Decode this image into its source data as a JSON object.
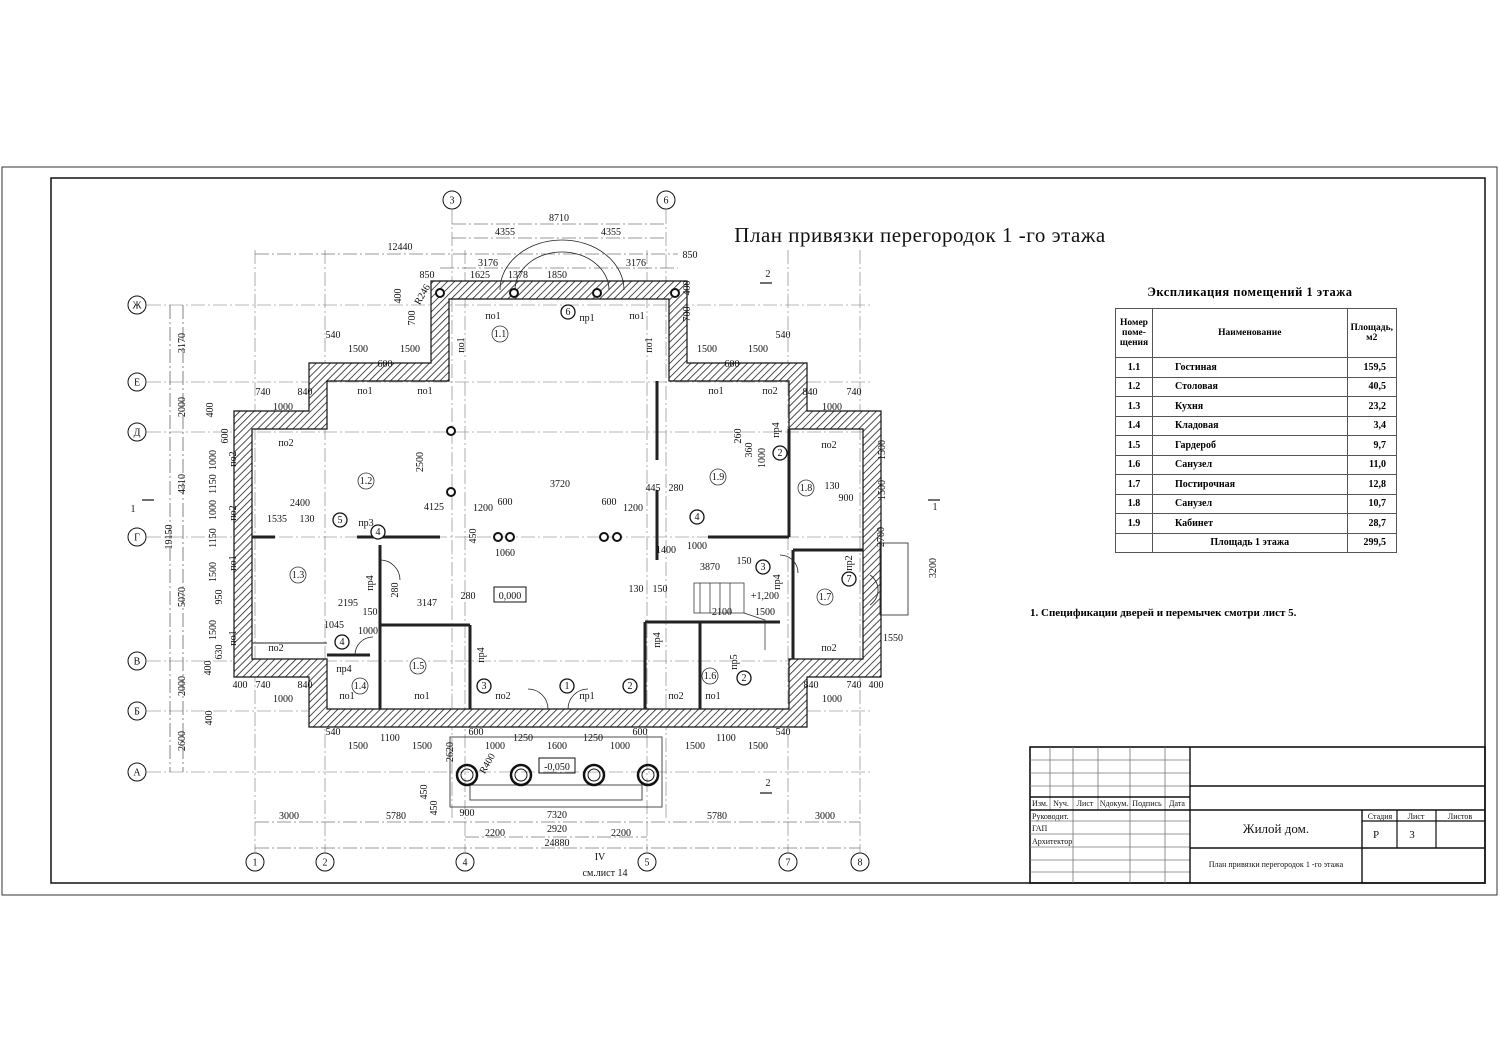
{
  "sheet_title": "План привязки перегородок 1 -го этажа",
  "axes": {
    "vertical": [
      "1",
      "2",
      "3",
      "4",
      "5",
      "6",
      "7",
      "8"
    ],
    "horizontal": [
      "Ж",
      "Е",
      "Д",
      "Г",
      "В",
      "Б",
      "А"
    ]
  },
  "section_marks": [
    "1",
    "1",
    "2",
    "2"
  ],
  "dimensions": [
    "8710",
    "4355",
    "4355",
    "12440",
    "3176",
    "1625",
    "1378",
    "1850",
    "3176",
    "850",
    "850",
    "R246",
    "400",
    "700",
    "400",
    "700",
    "3170",
    "2000",
    "4310",
    "19150",
    "5070",
    "2000",
    "2600",
    "3000",
    "5780",
    "7320",
    "5780",
    "3000",
    "900",
    "2200",
    "2920",
    "2200",
    "24880",
    "540",
    "1500",
    "1500",
    "600",
    "540",
    "1500",
    "1500",
    "600",
    "740",
    "840",
    "1000",
    "840",
    "740",
    "1000",
    "2500",
    "3720",
    "600",
    "600",
    "1200",
    "1200",
    "2400",
    "4125",
    "1535",
    "130",
    "1060",
    "450",
    "1400",
    "1000",
    "3870",
    "150",
    "130",
    "150",
    "2100",
    "1500",
    "2195",
    "3147",
    "280",
    "280",
    "1045",
    "1000",
    "150",
    "1550",
    "3200",
    "2700",
    "1500",
    "1500",
    "900",
    "130",
    "280",
    "445",
    "1000",
    "360",
    "260",
    "540",
    "1500",
    "1100",
    "1500",
    "600",
    "1000",
    "1250",
    "1600",
    "1250",
    "1000",
    "600",
    "1500",
    "1100",
    "1500",
    "540",
    "400",
    "740",
    "840",
    "1000",
    "840",
    "740",
    "400",
    "1000",
    "R400",
    "2620",
    "450",
    "450",
    "1000",
    "1150",
    "1000",
    "1150",
    "1500",
    "950",
    "1500",
    "630",
    "400",
    "600",
    "400",
    "400"
  ],
  "section_ref": {
    "mark": "IV",
    "sheet": "см.лист 14"
  },
  "rooms": [
    "1.1",
    "1.2",
    "1.3",
    "1.4",
    "1.5",
    "1.6",
    "1.7",
    "1.8",
    "1.9"
  ],
  "partition_types": [
    "6",
    "5",
    "4",
    "4",
    "2",
    "3",
    "7",
    "4",
    "3",
    "1",
    "2",
    "2"
  ],
  "openings": [
    "по1",
    "пр1",
    "по1",
    "по1",
    "по1",
    "по1",
    "по1",
    "по1",
    "по2",
    "по2",
    "по2",
    "по2",
    "по2",
    "по1",
    "по1",
    "по2",
    "по2",
    "по1",
    "по1",
    "по2",
    "пр1",
    "по2",
    "по1",
    "пр3",
    "пр4",
    "пр4",
    "пр4",
    "пр4",
    "пр4",
    "пр2",
    "пр4",
    "пр5"
  ],
  "levels": {
    "floor": "0,000",
    "stair": "+1,200",
    "entrance": "-0,050"
  },
  "explication": {
    "title": "Экспликация помещений 1 этажа",
    "headers": [
      "Номер поме- щения",
      "Наименование",
      "Площадь, м2"
    ],
    "rows": [
      [
        "1.1",
        "Гостиная",
        "159,5"
      ],
      [
        "1.2",
        "Столовая",
        "40,5"
      ],
      [
        "1.3",
        "Кухня",
        "23,2"
      ],
      [
        "1.4",
        "Кладовая",
        "3,4"
      ],
      [
        "1.5",
        "Гардероб",
        "9,7"
      ],
      [
        "1.6",
        "Санузел",
        "11,0"
      ],
      [
        "1.7",
        "Постирочная",
        "12,8"
      ],
      [
        "1.8",
        "Санузел",
        "10,7"
      ],
      [
        "1.9",
        "Кабинет",
        "28,7"
      ]
    ],
    "total_label": "Площадь 1 этажа",
    "total_value": "299,5"
  },
  "note": "1. Спецификации дверей и перемычек смотри лист 5.",
  "title_block": {
    "columns": [
      "Изм.",
      "Nуч.",
      "Лист",
      "Nдокум.",
      "Подпись",
      "Дата"
    ],
    "roles": [
      "Руководит.",
      "ГАП",
      "Архитектор"
    ],
    "project": "Жилой дом.",
    "sheet_name": "План привязки перегородок 1 -го этажа",
    "stage_label": "Стадия",
    "sheet_label": "Лист",
    "sheets_label": "Листов",
    "stage": "Р",
    "sheet": "3",
    "sheets": ""
  }
}
